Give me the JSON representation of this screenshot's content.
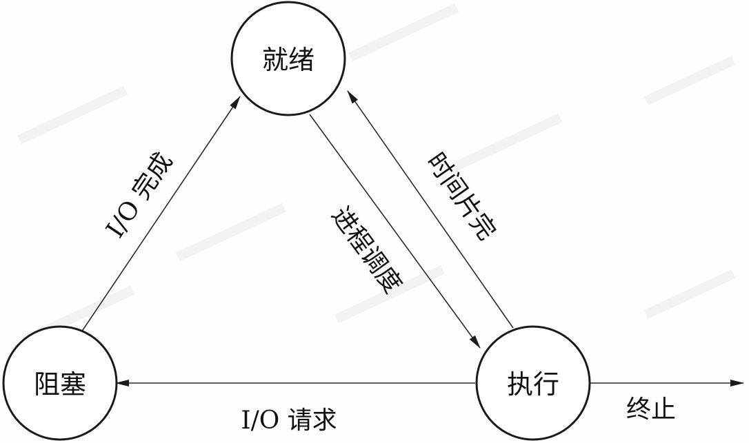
{
  "states": {
    "ready": "就绪",
    "blocked": "阻塞",
    "running": "执行"
  },
  "transitions": {
    "io_complete": "I/O 完成",
    "dispatch": "进程调度",
    "timeout": "时间片完",
    "io_request": "I/O 请求",
    "terminate": "终止"
  },
  "colors": {
    "stroke": "#1a1a1a",
    "background": "#fdfdfd"
  }
}
